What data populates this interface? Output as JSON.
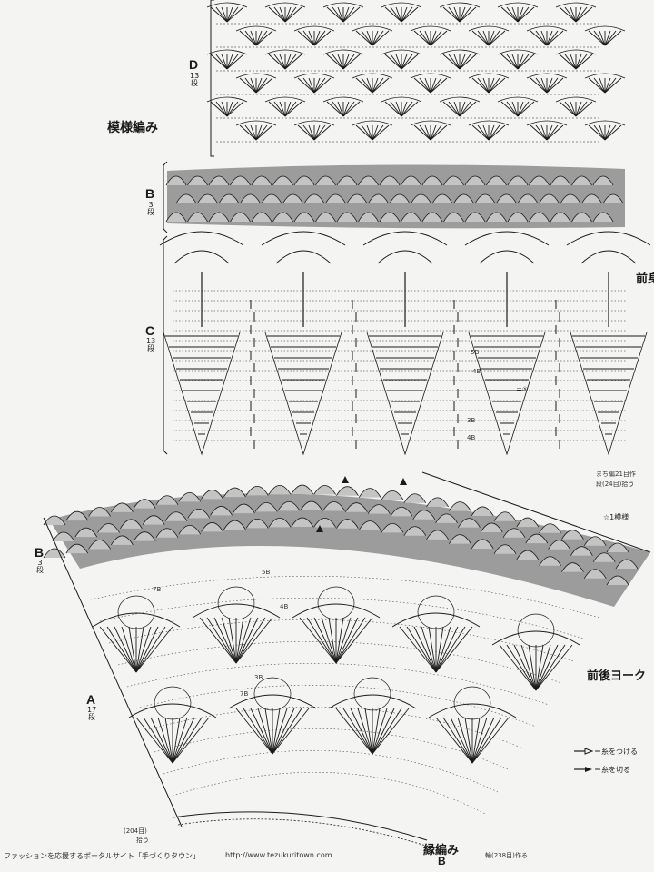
{
  "labels": {
    "pattern_title": "模様編み",
    "section_D": "D",
    "section_D_rows": "13段",
    "section_B_top": "B",
    "section_B_top_rows": "3段",
    "section_C": "C",
    "section_C_rows": "13段",
    "section_B_left": "B",
    "section_B_left_rows": "3段",
    "section_A": "A",
    "section_A_rows": "17段",
    "front_label_partial": "前身",
    "front_back_yoke": "前後ヨーク",
    "one_pattern": "☆1模様",
    "pickup_note_1": "まち編21目作",
    "pickup_note_2": "段(24目)拾う",
    "attach_thread": "＝糸をつける",
    "cut_thread": "＝糸を切る",
    "row_5b_c": "5B",
    "row_4b_c": "4B",
    "row_3b_c": "3B",
    "row_4b_c2": "4B",
    "circled_5": "＝⑤",
    "row_7b_a1": "7B",
    "row_5b_a": "5B",
    "row_4b_a": "4B",
    "row_3b_a": "3B",
    "row_7b_a2": "7B",
    "pickup_204_a": "(204目)",
    "pickup_204_b": "拾う",
    "edging": "縁編み",
    "edging_B": "B",
    "make_238": "輪(238目)作る",
    "footer_portal": "ファッションを応援するポータルサイト「手づくりタウン」",
    "footer_url": "http://www.tezukuritown.com"
  },
  "colors": {
    "background": "#f4f4f2",
    "ink": "#1a1a1a",
    "shaded_band": "#9c9c9c",
    "shaded_band_light": "#c4c4c4"
  }
}
